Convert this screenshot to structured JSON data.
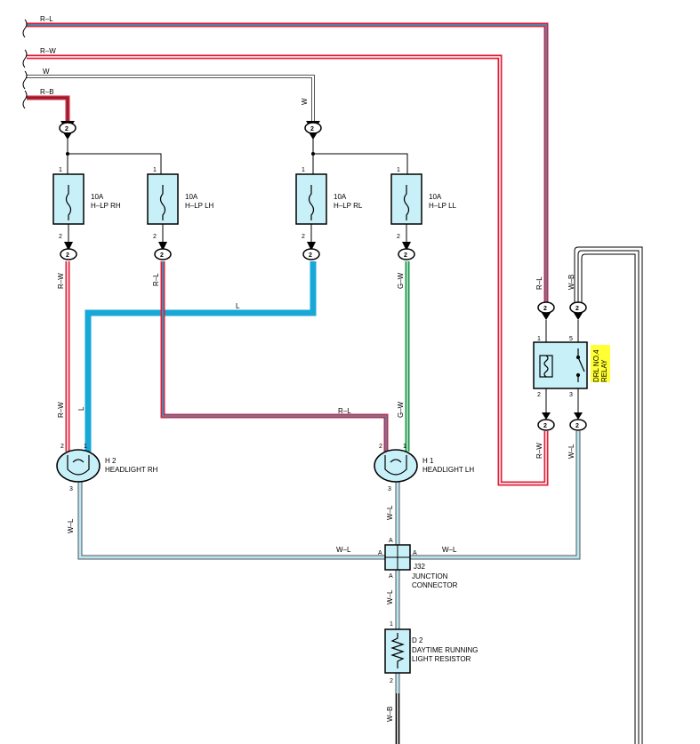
{
  "colors": {
    "red": "#e0203a",
    "blue": "#18a8d8",
    "green": "#1a9a4a",
    "light_blue": "#b8e6f5",
    "relay_label_bg": "#ffff33",
    "component_fill": "#c8f0f8"
  },
  "wires": {
    "r_l": "R–L",
    "r_w": "R–W",
    "w": "W",
    "r_b": "R–B",
    "l": "L",
    "g_w": "G–W",
    "w_l": "W–L",
    "w_b": "W–B"
  },
  "connector": {
    "pin2": "2"
  },
  "pins": {
    "p1": "1",
    "p2": "2",
    "p3": "3",
    "p5": "5",
    "a": "A"
  },
  "fuses": [
    {
      "amp": "10A",
      "name": "H–LP RH",
      "icon": "fuse-icon"
    },
    {
      "amp": "10A",
      "name": "H–LP LH",
      "icon": "fuse-icon"
    },
    {
      "amp": "10A",
      "name": "H–LP RL",
      "icon": "fuse-icon"
    },
    {
      "amp": "10A",
      "name": "H–LP LL",
      "icon": "fuse-icon"
    }
  ],
  "headlights": [
    {
      "code": "H 2",
      "name": "HEADLIGHT RH"
    },
    {
      "code": "H 1",
      "name": "HEADLIGHT LH"
    }
  ],
  "relay": {
    "line1": "DRL NO.4",
    "line2": "RELAY"
  },
  "junction": {
    "code": "J32",
    "line1": "JUNCTION",
    "line2": "CONNECTOR"
  },
  "resistor": {
    "code": "D 2",
    "line1": "DAYTIME RUNNING",
    "line2": "LIGHT RESISTOR"
  }
}
